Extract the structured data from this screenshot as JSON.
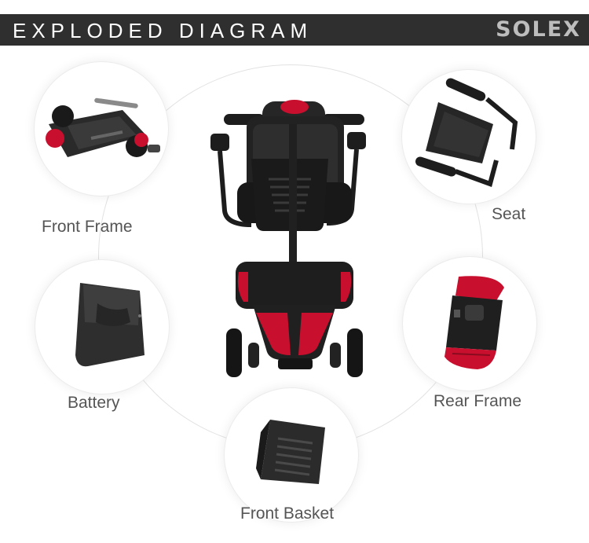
{
  "header": {
    "title": "EXPLODED DIAGRAM",
    "brand": "SOLEX"
  },
  "parts": [
    {
      "label": "Front Frame"
    },
    {
      "label": "Seat"
    },
    {
      "label": "Battery"
    },
    {
      "label": "Rear Frame"
    },
    {
      "label": "Front Basket"
    }
  ],
  "colors": {
    "header_bg": "#2f2f2f",
    "accent_red": "#c8102e",
    "body_black": "#1d1d1d",
    "label_gray": "#555555"
  }
}
